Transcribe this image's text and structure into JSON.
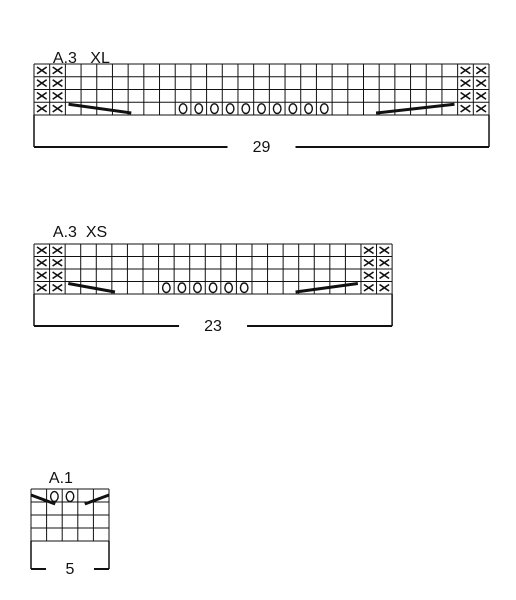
{
  "charts": [
    {
      "id": "a3-xl",
      "title": "A.3",
      "size": "XL",
      "stitches": 29,
      "rows": 4,
      "count_label": "29",
      "edge_x_columns": 2,
      "decrease_pairs": 1,
      "yarn_overs": 10
    },
    {
      "id": "a3-xs",
      "title": "A.3",
      "size": "XS",
      "stitches": 23,
      "rows": 4,
      "count_label": "23",
      "edge_x_columns": 2,
      "decrease_pairs": 1,
      "yarn_overs": 6
    },
    {
      "id": "a1",
      "title": "A.1",
      "size": "",
      "stitches": 5,
      "rows": 4,
      "count_label": "5",
      "edge_x_columns": 0,
      "decrease_pairs": 1,
      "yarn_overs": 2
    }
  ]
}
